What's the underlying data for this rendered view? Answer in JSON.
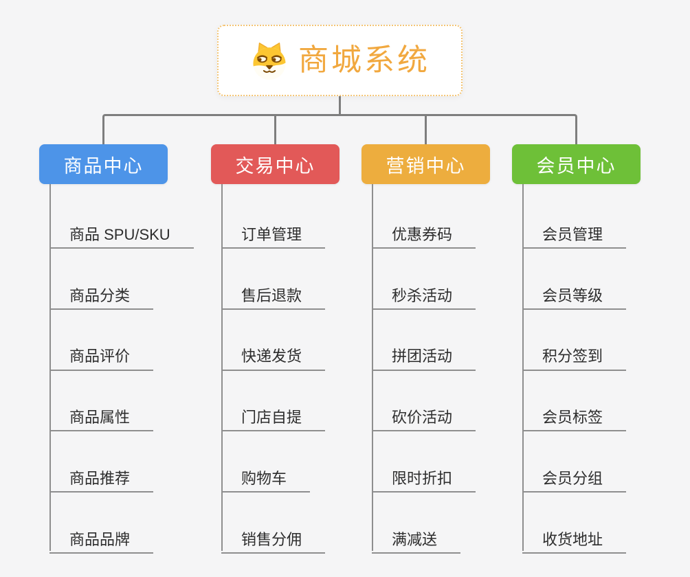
{
  "root": {
    "title": "商城系统",
    "accent_color": "#f1a83f",
    "icon": "dog-face-icon"
  },
  "branches": [
    {
      "label": "商品中心",
      "color": "#4d94e8",
      "children": [
        "商品 SPU/SKU",
        "商品分类",
        "商品评价",
        "商品属性",
        "商品推荐",
        "商品品牌"
      ]
    },
    {
      "label": "交易中心",
      "color": "#e25958",
      "children": [
        "订单管理",
        "售后退款",
        "快递发货",
        "门店自提",
        "购物车",
        "销售分佣"
      ]
    },
    {
      "label": "营销中心",
      "color": "#edad3e",
      "children": [
        "优惠券码",
        "秒杀活动",
        "拼团活动",
        "砍价活动",
        "限时折扣",
        "满减送"
      ]
    },
    {
      "label": "会员中心",
      "color": "#6ec038",
      "children": [
        "会员管理",
        "会员等级",
        "积分签到",
        "会员标签",
        "会员分组",
        "收货地址"
      ]
    }
  ],
  "connector_color": "#7e7e7e"
}
